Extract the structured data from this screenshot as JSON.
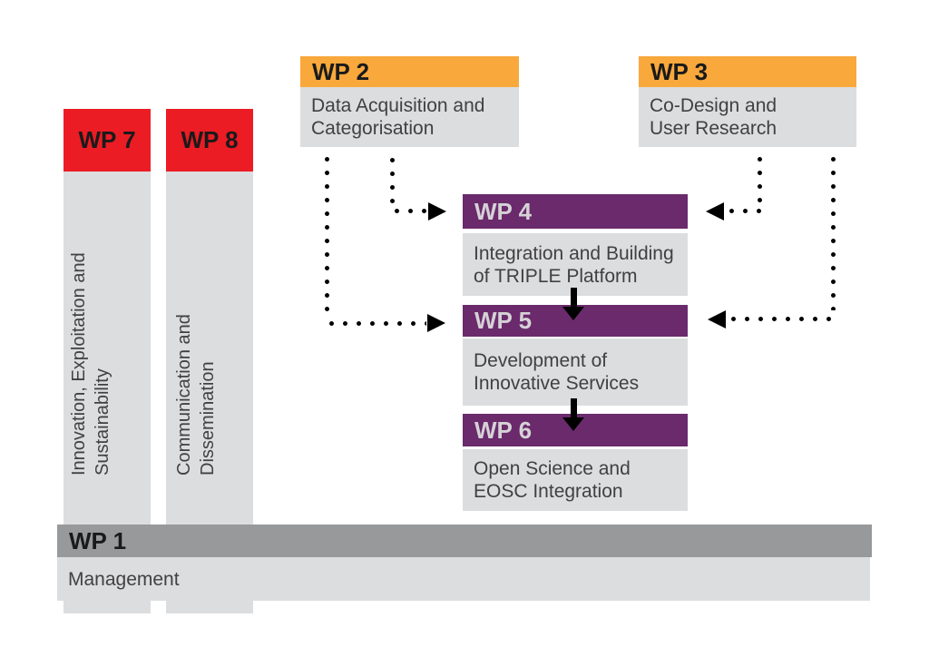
{
  "diagram_title": "Work package structure diagram",
  "colors": {
    "red": "#EB1C24",
    "orange": "#F9A83C",
    "purple": "#6A2A6C",
    "gray_header": "#98999B",
    "light_gray_body": "#DCDDDE",
    "body_text": "#414042",
    "header_text_dark": "#1A1A1A",
    "header_text_light": "#D5D2D6",
    "connector_black": "#000000"
  },
  "wps": {
    "wp1": {
      "label": "WP 1",
      "line1": "Management"
    },
    "wp2": {
      "label": "WP 2",
      "line1": "Data Acquisition and",
      "line2": "Categorisation"
    },
    "wp3": {
      "label": "WP 3",
      "line1": "Co-Design and",
      "line2": "User Research"
    },
    "wp4": {
      "label": "WP 4",
      "line1": "Integration and Building",
      "line2": "of TRIPLE Platform"
    },
    "wp5": {
      "label": "WP 5",
      "line1": "Development of",
      "line2": "Innovative Services"
    },
    "wp6": {
      "label": "WP 6",
      "line1": "Open Science and",
      "line2": "EOSC Integration"
    },
    "wp7": {
      "label": "WP 7",
      "line1": "Innovation, Exploitation and",
      "line2": "Sustainability"
    },
    "wp8": {
      "label": "WP 8",
      "line1": "Communication and",
      "line2": "Dissemination"
    }
  },
  "connections": [
    {
      "from": "WP 2",
      "to": "WP 4",
      "style": "dotted"
    },
    {
      "from": "WP 2",
      "to": "WP 5",
      "style": "dotted"
    },
    {
      "from": "WP 3",
      "to": "WP 4",
      "style": "dotted"
    },
    {
      "from": "WP 3",
      "to": "WP 5",
      "style": "dotted"
    },
    {
      "from": "WP 4",
      "to": "WP 5",
      "style": "solid"
    },
    {
      "from": "WP 5",
      "to": "WP 6",
      "style": "solid"
    }
  ]
}
